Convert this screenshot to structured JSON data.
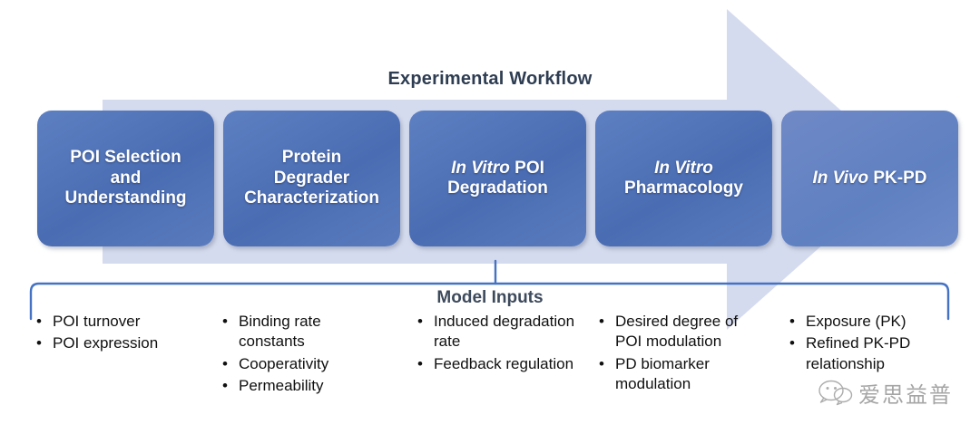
{
  "title": "Experimental Workflow",
  "stages": [
    {
      "id": "poi-selection",
      "lines": [
        {
          "t": "POI Selection",
          "i": false
        },
        {
          "t": "and",
          "i": false
        },
        {
          "t": "Understanding",
          "i": false
        }
      ]
    },
    {
      "id": "degrader-char",
      "lines": [
        {
          "t": "Protein",
          "i": false
        },
        {
          "t": "Degrader",
          "i": false
        },
        {
          "t": "Characterization",
          "i": false
        }
      ]
    },
    {
      "id": "in-vitro-poi-degradation",
      "lines": [
        {
          "t": "In Vitro ",
          "i": true
        },
        {
          "t": "POI",
          "i": false
        },
        {
          "t": "|",
          "i": false
        },
        {
          "t": "Degradation",
          "i": false
        }
      ]
    },
    {
      "id": "in-vitro-pharmacology",
      "lines": [
        {
          "t": "In Vitro",
          "i": true
        },
        {
          "t": "|",
          "i": false
        },
        {
          "t": "Pharmacology",
          "i": false
        }
      ]
    },
    {
      "id": "in-vivo-pk-pd",
      "lines": [
        {
          "t": "In Vivo ",
          "i": true
        },
        {
          "t": "PK-PD",
          "i": false
        }
      ]
    }
  ],
  "model_inputs": {
    "title": "Model Inputs",
    "columns": [
      {
        "id": "col-poi",
        "items": [
          "POI turnover",
          "POI expression"
        ]
      },
      {
        "id": "col-binding",
        "items": [
          "Binding rate constants",
          "Cooperativity",
          "Permeability"
        ]
      },
      {
        "id": "col-degradation",
        "items": [
          "Induced degradation rate",
          "Feedback regulation"
        ]
      },
      {
        "id": "col-modulation",
        "items": [
          "Desired degree of POI modulation",
          "PD biomarker modulation"
        ]
      },
      {
        "id": "col-exposure",
        "items": [
          "Exposure (PK)",
          "Refined PK-PD relationship"
        ]
      }
    ],
    "bullet_glyph": "•"
  },
  "watermark": {
    "text": "爱思益普",
    "icon": "wechat-icon"
  },
  "colors": {
    "box_blue": "#4a6cb2",
    "box_blue_light": "#6d8ac8",
    "arrow_fill": "#d5dbee",
    "title_navy": "#2e3d52",
    "bracket_blue": "#4472c4",
    "text_black": "#101010"
  }
}
